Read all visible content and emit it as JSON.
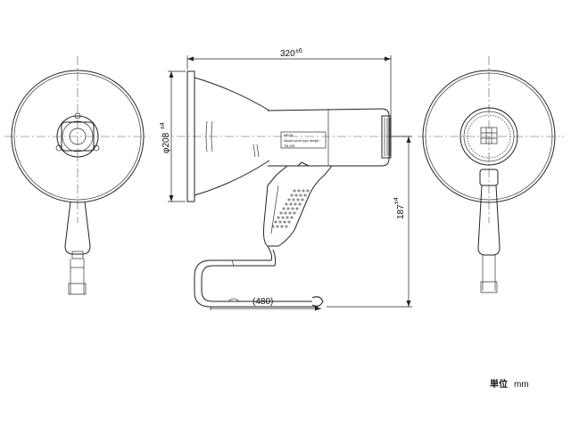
{
  "dimensions": {
    "width": {
      "value": "320",
      "tolerance": "±6"
    },
    "diameter": {
      "prefix": "φ",
      "value": "208",
      "tolerance": "±4"
    },
    "height": {
      "value": "187",
      "tolerance": "±4"
    },
    "cord": {
      "label": "(480)"
    }
  },
  "product_label": {
    "line1": "MEGA",
    "line2": "Splash proof type design",
    "line3": "TM-205"
  },
  "front_badge": "",
  "unit_note": {
    "label": "単位",
    "unit": "mm"
  }
}
